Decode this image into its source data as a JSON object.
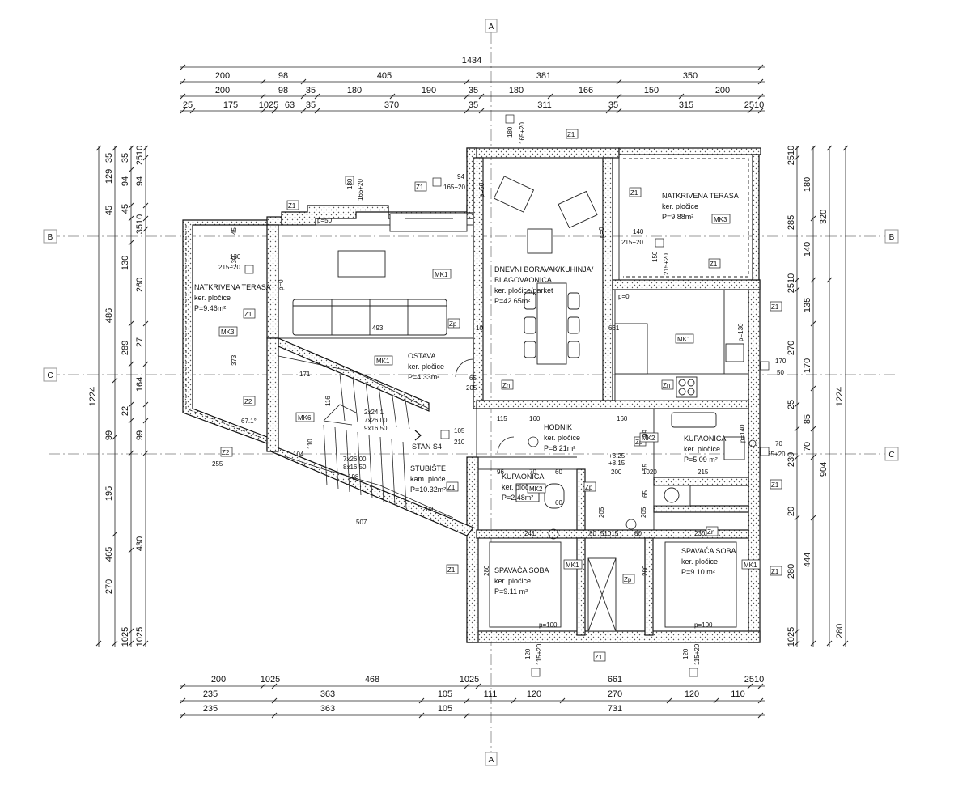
{
  "section_markers": {
    "a": "A",
    "b": "B",
    "c": "C"
  },
  "dims": {
    "top_total": "1434",
    "top_row1": [
      "200",
      "98",
      "405",
      "381",
      "350"
    ],
    "top_row2": [
      "200",
      "98",
      "35",
      "180",
      "190",
      "35",
      "180",
      "166",
      "150",
      "200"
    ],
    "top_row3": [
      "25",
      "175",
      "1025",
      "63",
      "35",
      "370",
      "35",
      "311",
      "35",
      "315",
      "2510"
    ],
    "bottom_row1": [
      "200",
      "1025",
      "468",
      "1025",
      "661",
      "2510"
    ],
    "bottom_row2": [
      "235",
      "363",
      "105",
      "111",
      "120",
      "270",
      "120",
      "110"
    ],
    "bottom_row3": [
      "235",
      "363",
      "105",
      "731"
    ],
    "left_total": "1224",
    "left_col1": [
      "486",
      "465"
    ],
    "left_col2": [
      "129",
      "45",
      "130",
      "260",
      "289",
      "99",
      "195",
      "270",
      "1025"
    ],
    "left_col3": [
      "35",
      "94",
      "45",
      "3510",
      "27",
      "164",
      "22",
      "99",
      "430",
      "1025"
    ],
    "left_col4": [
      "2510",
      "94",
      "35"
    ],
    "right_total": "1224",
    "right_col1": [
      "320",
      "904"
    ],
    "right_col2": [
      "180",
      "285",
      "140",
      "2510",
      "270",
      "170",
      "85",
      "239",
      "444",
      "280",
      "1025"
    ],
    "right_col3": [
      "2510",
      "135",
      "25",
      "70",
      "20",
      "280"
    ]
  },
  "rooms": {
    "terrace_left": {
      "name": "NATKRIVENA TERASA",
      "floor": "ker. pločice",
      "area": "P=9.46m²"
    },
    "terrace_right": {
      "name": "NATKRIVENA TERASA",
      "floor": "ker. pločice",
      "area": "P=9.88m²"
    },
    "living": {
      "name1": "DNEVNI BORAVAK/KUHINJA/",
      "name2": "BLAGOVAONICA",
      "floor": "ker. pločice/parket",
      "area": "P=42.65m²"
    },
    "pantry": {
      "name": "OSTAVA",
      "floor": "ker. pločice",
      "area": "P=4.33m²"
    },
    "hall": {
      "name": "HODNIK",
      "floor": "ker. pločice",
      "area": "P=8.21m²"
    },
    "bath_right": {
      "name": "KUPAONICA",
      "floor": "ker. pločice",
      "area": "P=5.09 m²"
    },
    "bath_small": {
      "name": "KUPAONICA",
      "floor": "ker. pločice",
      "area": "P=2.48m²"
    },
    "stairs": {
      "name1": "STAN S4",
      "name2": "STUBIŠTE",
      "floor": "kam. ploče",
      "area": "P=10.32m²"
    },
    "bed_left": {
      "name": "SPAVAĆA SOBA",
      "floor": "ker. pločice",
      "area": "P=9.11 m²"
    },
    "bed_right": {
      "name": "SPAVAĆA SOBA",
      "floor": "ker. pločice",
      "area": "P=9.10 m²"
    }
  },
  "tags": {
    "z1": "Z1",
    "z2": "Z2",
    "zp": "Zp",
    "zn": "Zn",
    "mk1": "MK1",
    "mk2": "MK2",
    "mk3": "MK3",
    "mk6": "MK6",
    "p50": "p=50",
    "p0": "p=0",
    "p100": "p=100",
    "p130": "p=130",
    "p140": "p=140"
  },
  "openings": {
    "w1": "180",
    "w1b": "165+20",
    "w2": "94",
    "w2b": "165+20",
    "w3": "130",
    "w3b": "215+20",
    "w4": "140",
    "w4b": "215+20",
    "w5": "150",
    "w5b": "215+20",
    "w6": "170",
    "w6b": "50",
    "w7": "70",
    "w7b": "75+20",
    "w8": "120",
    "w8b": "115+20",
    "d1": "105",
    "d1b": "210",
    "d2": "65",
    "d2b": "205"
  },
  "interior": {
    "d493": "493",
    "d171": "171",
    "d373": "373",
    "d661": "661",
    "d10": "10",
    "d115": "115",
    "d160": "160",
    "d160b": "160",
    "d104": "104",
    "d110": "110",
    "d209": "209",
    "d507": "507",
    "d255": "255",
    "angle": "67.1°",
    "d241": "241",
    "d230": "230",
    "d200": "200",
    "d215": "215",
    "d80": "80",
    "d80b": "80",
    "d96": "96",
    "d70": "70",
    "d60": "60",
    "d6x": "60",
    "d205": "205",
    "d205b": "205",
    "d130": "130",
    "d45": "45",
    "d99": "99",
    "d75": "75",
    "d65": "65",
    "d280": "280",
    "d280b": "280",
    "d1020": "1020",
    "d51015": "51015",
    "stair1": "2x24,1",
    "stair2": "7x26,00",
    "stair3": "9x16,50",
    "stair4": "7x26,00",
    "stair5": "8x16,50",
    "stair6": "198",
    "stair7": "116",
    "level": "+8.25",
    "level2": "+8.15"
  }
}
